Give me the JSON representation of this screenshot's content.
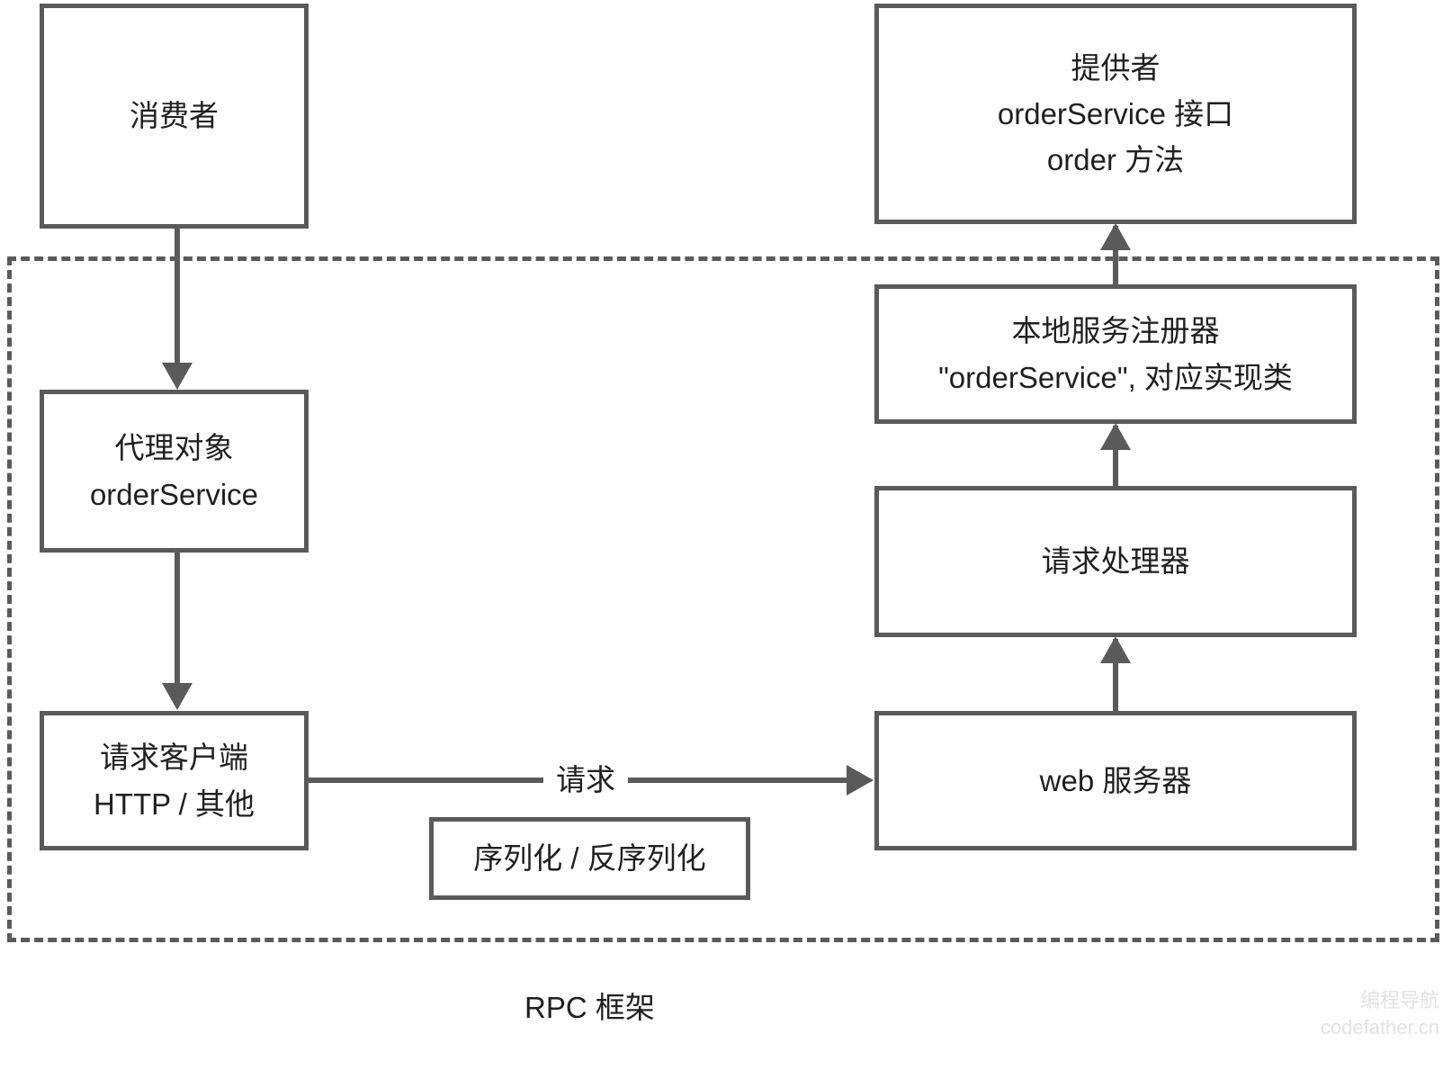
{
  "diagram": {
    "title_caption": "RPC 框架",
    "frame_label": "RPC 框架",
    "colors": {
      "stroke": "#5a5a5a",
      "text": "#1f1f1f",
      "background": "#ffffff",
      "watermark": "#e2e2e2"
    },
    "nodes": {
      "consumer": {
        "lines": [
          "消费者"
        ]
      },
      "provider": {
        "lines": [
          "提供者",
          "orderService 接口",
          "order 方法"
        ]
      },
      "proxy": {
        "lines": [
          "代理对象",
          "orderService"
        ]
      },
      "registry": {
        "lines": [
          "本地服务注册器",
          "\"orderService\", 对应实现类"
        ]
      },
      "handler": {
        "lines": [
          "请求处理器"
        ]
      },
      "client": {
        "lines": [
          "请求客户端",
          "HTTP / 其他"
        ]
      },
      "webserver": {
        "lines": [
          "web 服务器"
        ]
      },
      "serialization": {
        "lines": [
          "序列化 / 反序列化"
        ]
      }
    },
    "edges": {
      "consumer_to_proxy": {
        "label": ""
      },
      "proxy_to_client": {
        "label": ""
      },
      "client_to_webserver": {
        "label": "请求"
      },
      "webserver_to_handler": {
        "label": ""
      },
      "handler_to_registry": {
        "label": ""
      },
      "registry_to_provider": {
        "label": ""
      }
    }
  },
  "watermark": {
    "line1": "编程导航",
    "line2": "codefather.cn"
  }
}
